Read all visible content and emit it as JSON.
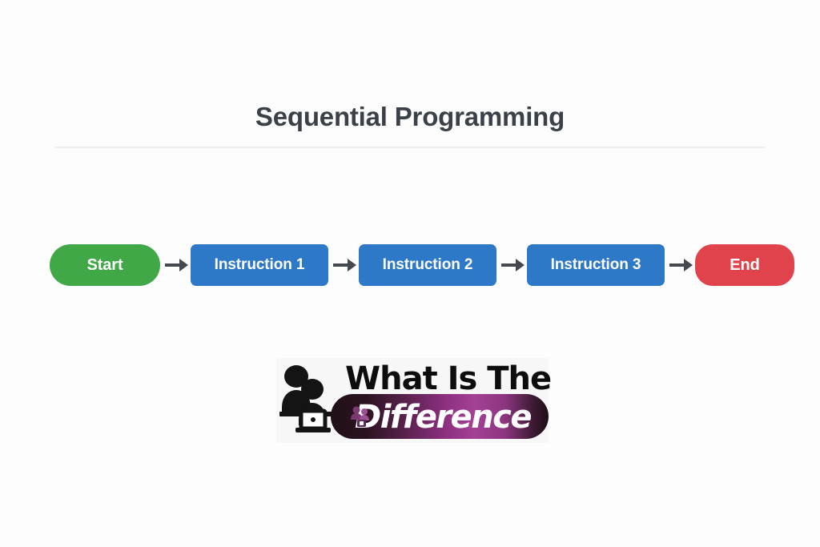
{
  "slide": {
    "title": "Sequential Programming",
    "background_color": "#fdfdfd",
    "title_color": "#3a4149",
    "divider_color": "#ececec"
  },
  "diagram": {
    "type": "flowchart",
    "orientation": "horizontal",
    "nodes": [
      {
        "id": "start",
        "label": "Start",
        "shape": "pill",
        "color": "#41a848"
      },
      {
        "id": "instruction-1",
        "label": "Instruction 1",
        "shape": "rounded-rectangle",
        "color": "#2d79c7"
      },
      {
        "id": "instruction-2",
        "label": "Instruction 2",
        "shape": "rounded-rectangle",
        "color": "#2d79c7"
      },
      {
        "id": "instruction-3",
        "label": "Instruction 3",
        "shape": "rounded-rectangle",
        "color": "#2d79c7"
      },
      {
        "id": "end",
        "label": "End",
        "shape": "rounded-pill",
        "color": "#e0434b"
      }
    ],
    "connectors": [
      {
        "from": "start",
        "to": "instruction-1",
        "style": "arrow",
        "color": "#44494f"
      },
      {
        "from": "instruction-1",
        "to": "instruction-2",
        "style": "arrow",
        "color": "#44494f"
      },
      {
        "from": "instruction-2",
        "to": "instruction-3",
        "style": "arrow",
        "color": "#44494f"
      },
      {
        "from": "instruction-3",
        "to": "end",
        "style": "arrow",
        "color": "#44494f"
      }
    ]
  },
  "logo": {
    "top_text": "What Is The",
    "pill_text": "Difference",
    "top_text_color": "#0d0d0d",
    "pill_text_color": "#ffffff",
    "pill_gradient_from": "#201018",
    "pill_gradient_mid": "#a44195",
    "pill_gradient_to": "#1d0f16",
    "icon_name": "people-at-laptop-icon"
  }
}
